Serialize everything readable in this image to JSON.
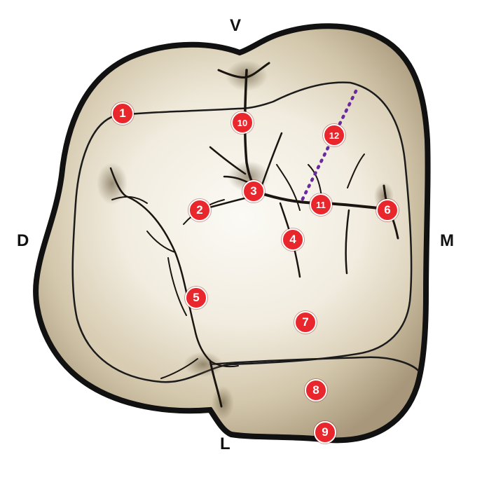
{
  "orientation": {
    "top": "V",
    "left": "D",
    "right": "M",
    "bottom": "L"
  },
  "markers": [
    "1",
    "2",
    "3",
    "4",
    "5",
    "6",
    "7",
    "8",
    "9",
    "10",
    "11",
    "12"
  ],
  "colors": {
    "marker_fill": "#e8262c",
    "marker_text": "#ffffff",
    "outline": "#111111",
    "tooth_light": "#f4f0e6",
    "tooth_shadow": "#b5a68a",
    "dotted_line": "#6a2a9e"
  },
  "icons": {
    "tooth": "molar-occlusal-icon"
  }
}
